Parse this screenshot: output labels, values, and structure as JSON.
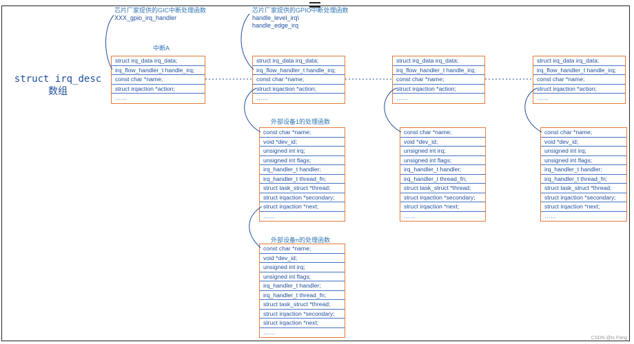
{
  "title": {
    "line1": "struct irq_desc",
    "line2": "数组"
  },
  "annotations": {
    "gic_caption": "芯片厂家提供的GIC中断处理函数",
    "gic_handler": "XXX_gpio_irq_handler",
    "gpio_caption": "芯片厂家提供的GPIO中断处理函数",
    "gpio_handler1": "handle_level_irq\\",
    "gpio_handler2": "handle_edge_irq",
    "irq_a": "中断A",
    "dev1_caption": "外部设备1的处理函数",
    "devn_caption": "外部设备n的处理函数"
  },
  "irq_desc_fields": [
    "struct irq_data irq_data;",
    "irq_flow_handler_t handle_irq;",
    "const char *name;",
    "struct irqaction *action;",
    "……"
  ],
  "irqaction_fields": [
    "const char *name;",
    "void *dev_id;",
    "unsigned int irq;",
    "unsigned int flags;",
    "irq_handler_t handler;",
    "irq_handler_t thread_fn;",
    "struct task_struct *thread;",
    "struct irqaction *secondary;",
    "struct irqaction *next;",
    "……"
  ],
  "watermark": "CSDN @ts Fang",
  "colors": {
    "box_border": "#e07b39",
    "row_divider": "#4472c4",
    "text": "#1f4e9c",
    "connector": "#1f4e9c"
  }
}
